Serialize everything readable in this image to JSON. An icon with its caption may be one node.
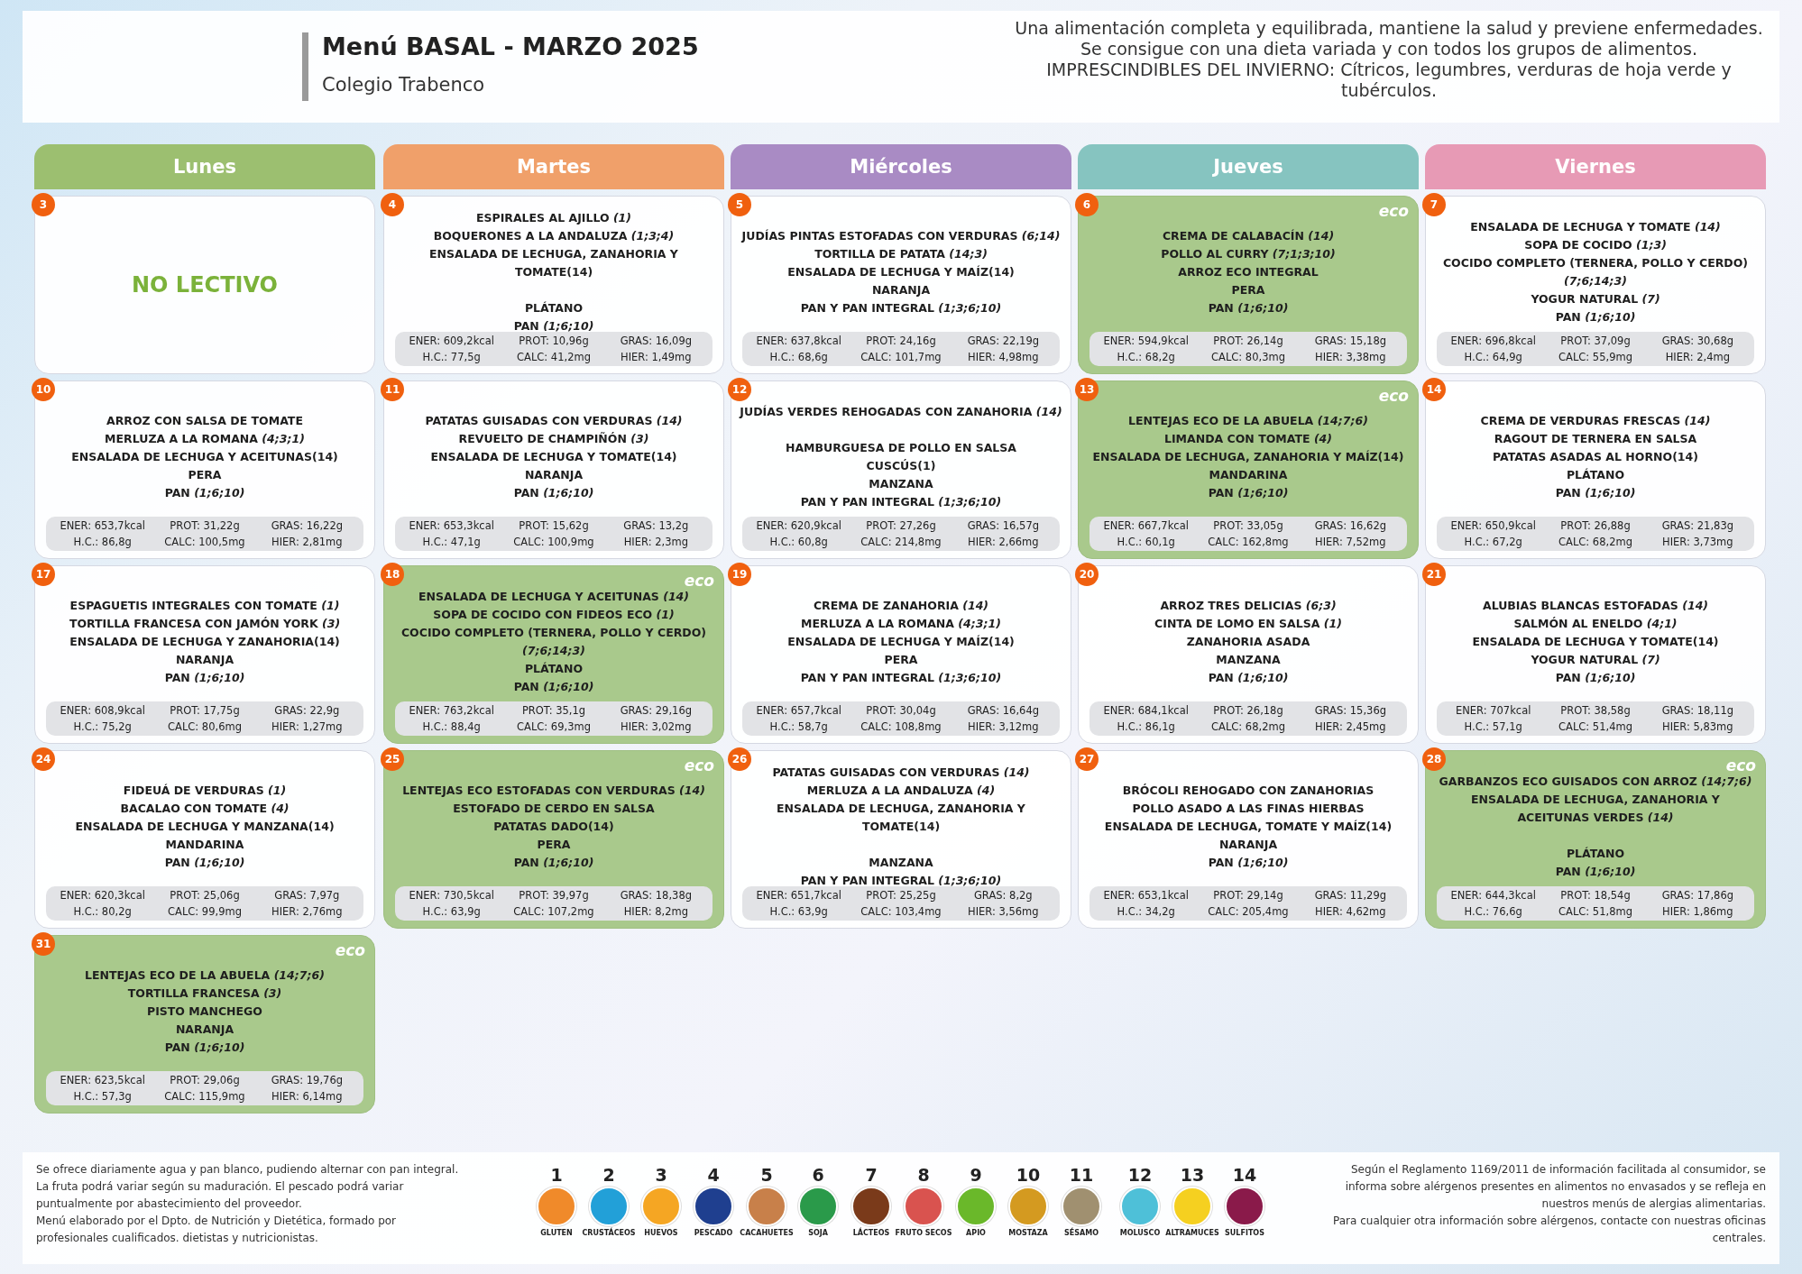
{
  "diagram": {
    "title": "Menú BASAL - MARZO 2025",
    "nodes": [
      {
        "text": [
          "Lunes"
        ]
      },
      {
        "text": [
          "Martes"
        ]
      },
      {
        "text": [
          "Miércoles"
        ]
      },
      {
        "text": [
          "Jueves"
        ]
      },
      {
        "text": [
          "Viernes"
        ]
      },
      {
        "text": [
          "3",
          "NO LECTIVO"
        ]
      },
      {
        "text": [
          "4",
          "ESPIRALES AL AJILLO *(1)*",
          "BOQUERONES A LA ANDALUZA *(1;3;4)*",
          "ENSALADA DE LECHUGA, ZANAHORIA Y TOMATE(14)",
          "PLÁTANO",
          "PAN *(1;6;10)*"
        ]
      },
      {
        "text": [
          "ENER: 609,2kcal",
          "PROT: 10,96g",
          "GRAS: 16,09g",
          "H.C.: 77,5g",
          "CALC: 41,2mg",
          "HIER: 1,49mg"
        ],
        "in": 6
      },
      {
        "text": [
          "5",
          "JUDÍAS PINTAS ESTOFADAS CON VERDURAS *(6;14)*",
          "TORTILLA DE PATATA *(14;3)*",
          "ENSALADA DE LECHUGA Y MAÍZ(14)",
          "NARANJA",
          "PAN Y PAN INTEGRAL *(1;3;6;10)*"
        ]
      },
      {
        "text": [
          "ENER: 637,8kcal",
          "PROT: 24,16g",
          "GRAS: 22,19g",
          "H.C.: 68,6g",
          "CALC: 101,7mg",
          "HIER: 4,98mg"
        ],
        "in": 8
      },
      {
        "text": [
          "6",
          "CREMA DE CALABACÍN *(14)*",
          "POLLO AL CURRY *(7;1;3;10)*",
          "ARROZ ECO INTEGRAL",
          "PERA",
          "PAN *(1;6;10)*"
        ]
      },
      {
        "text": [
          "eco"
        ],
        "in": 10
      },
      {
        "text": [
          "ENER: 594,9kcal",
          "PROT: 26,14g",
          "GRAS: 15,18g",
          "H.C.: 68,2g",
          "CALC: 80,3mg",
          "HIER: 3,38mg"
        ],
        "in": 10
      },
      {
        "text": [
          "7",
          "ENSALADA DE LECHUGA Y TOMATE *(14)*",
          "SOPA DE COCIDO *(1;3)*",
          "COCIDO COMPLETO (TERNERA, POLLO Y CERDO) *(7;6;14;3)*",
          "YOGUR NATURAL *(7)*",
          "PAN *(1;6;10)*"
        ]
      },
      {
        "text": [
          "ENER: 696,8kcal",
          "PROT: 37,09g",
          "GRAS: 30,68g",
          "H.C.: 64,9g",
          "CALC: 55,9mg",
          "HIER: 2,4mg"
        ],
        "in": 13
      },
      {
        "text": [
          "10",
          "ARROZ CON SALSA DE TOMATE",
          "MERLUZA A LA ROMANA *(4;3;1)*",
          "ENSALADA DE LECHUGA Y ACEITUNAS(14)",
          "PERA",
          "PAN *(1;6;10)*"
        ]
      },
      {
        "text": [
          "ENER: 653,7kcal",
          "PROT: 31,22g",
          "GRAS: 16,22g",
          "H.C.: 86,8g",
          "CALC: 100,5mg",
          "HIER: 2,81mg"
        ],
        "in": 15
      },
      {
        "text": [
          "11",
          "PATATAS GUISADAS CON VERDURAS *(14)*",
          "REVUELTO DE CHAMPIÑÓN *(3)*",
          "ENSALADA DE LECHUGA Y TOMATE(14)",
          "NARANJA",
          "PAN *(1;6;10)*"
        ]
      },
      {
        "text": [
          "ENER: 653,3kcal",
          "PROT: 15,62g",
          "GRAS: 13,2g",
          "H.C.: 47,1g",
          "CALC: 100,9mg",
          "HIER: 2,3mg"
        ],
        "in": 17
      },
      {
        "text": [
          "12",
          "JUDÍAS VERDES REHOGADAS CON ZANAHORIA *(14)*",
          "HAMBURGUESA DE POLLO EN SALSA",
          "CUSCÚS(1)",
          "MANZANA",
          "PAN Y PAN INTEGRAL *(1;3;6;10)*"
        ]
      },
      {
        "text": [
          "ENER: 620,9kcal",
          "PROT: 27,26g",
          "GRAS: 16,57g",
          "H.C.: 60,8g",
          "CALC: 214,8mg",
          "HIER: 2,66mg"
        ],
        "in": 19
      },
      {
        "text": [
          "13",
          "LENTEJAS ECO DE LA ABUELA *(14;7;6)*",
          "LIMANDA CON TOMATE *(4)*",
          "ENSALADA DE LECHUGA, ZANAHORIA Y MAÍZ(14)",
          "MANDARINA",
          "PAN *(1;6;10)*"
        ]
      },
      {
        "text": [
          "eco"
        ],
        "in": 21
      },
      {
        "text": [
          "ENER: 667,7kcal",
          "PROT: 33,05g",
          "GRAS: 16,62g",
          "H.C.: 60,1g",
          "CALC: 162,8mg",
          "HIER: 7,52mg"
        ],
        "in": 21
      },
      {
        "text": [
          "14",
          "CREMA DE VERDURAS FRESCAS *(14)*",
          "RAGOUT DE TERNERA EN SALSA",
          "PATATAS ASADAS AL HORNO(14)",
          "PLÁTANO",
          "PAN *(1;6;10)*"
        ]
      },
      {
        "text": [
          "ENER: 650,9kcal",
          "PROT: 26,88g",
          "GRAS: 21,83g",
          "H.C.: 67,2g",
          "CALC: 68,2mg",
          "HIER: 3,73mg"
        ],
        "in": 24
      },
      {
        "text": [
          "17",
          "ESPAGUETIS INTEGRALES CON TOMATE *(1)*",
          "TORTILLA FRANCESA CON JAMÓN YORK *(3)*",
          "ENSALADA DE LECHUGA Y ZANAHORIA(14)",
          "NARANJA",
          "PAN *(1;6;10)*"
        ]
      },
      {
        "text": [
          "ENER: 608,9kcal",
          "PROT: 17,75g",
          "GRAS: 22,9g",
          "H.C.: 75,2g",
          "CALC: 80,6mg",
          "HIER: 1,27mg"
        ],
        "in": 26
      },
      {
        "text": [
          "18",
          "ENSALADA DE LECHUGA Y ACEITUNAS *(14)*",
          "SOPA DE COCIDO CON FIDEOS ECO *(1)*",
          "COCIDO COMPLETO (TERNERA, POLLO Y CERDO) *(7;6;14;3)*",
          "PLÁTANO",
          "PAN *(1;6;10)*"
        ]
      },
      {
        "text": [
          "eco"
        ],
        "in": 28
      },
      {
        "text": [
          "ENER: 763,2kcal",
          "PROT: 35,1g",
          "GRAS: 29,16g",
          "H.C.: 88,4g",
          "CALC: 69,3mg",
          "HIER: 3,02mg"
        ],
        "in": 28
      },
      {
        "text": [
          "19",
          "CREMA DE ZANAHORIA *(14)*",
          "MERLUZA A LA ROMANA *(4;3;1)*",
          "ENSALADA DE LECHUGA Y MAÍZ(14)",
          "PERA",
          "PAN Y PAN INTEGRAL *(1;3;6;10)*"
        ]
      },
      {
        "text": [
          "ENER: 657,7kcal",
          "PROT: 30,04g",
          "GRAS: 16,64g",
          "H.C.: 58,7g",
          "CALC: 108,8mg",
          "HIER: 3,12mg"
        ],
        "in": 31
      },
      {
        "text": [
          "20",
          "ARROZ TRES DELICIAS *(6;3)*",
          "CINTA DE LOMO EN SALSA *(1)*",
          "ZANAHORIA ASADA",
          "MANZANA",
          "PAN *(1;6;10)*"
        ]
      },
      {
        "text": [
          "ENER: 684,1kcal",
          "PROT: 26,18g",
          "GRAS: 15,36g",
          "H.C.: 86,1g",
          "CALC: 68,2mg",
          "HIER: 2,45mg"
        ],
        "in": 33
      },
      {
        "text": [
          "21",
          "ALUBIAS BLANCAS ESTOFADAS *(14)*",
          "SALMÓN AL ENELDO *(4;1)*",
          "ENSALADA DE LECHUGA Y TOMATE(14)",
          "YOGUR NATURAL *(7)*",
          "PAN *(1;6;10)*"
        ]
      },
      {
        "text": [
          "ENER: 707kcal",
          "PROT: 38,58g",
          "GRAS: 18,11g",
          "H.C.: 57,1g",
          "CALC: 51,4mg",
          "HIER: 5,83mg"
        ],
        "in": 35
      },
      {
        "text": [
          "24",
          "FIDEUÁ DE VERDURAS *(1)*",
          "BACALAO CON TOMATE *(4)*",
          "ENSALADA DE LECHUGA Y MANZANA(14)",
          "MANDARINA",
          "PAN *(1;6;10)*"
        ]
      },
      {
        "text": [
          "ENER: 620,3kcal",
          "PROT: 25,06g",
          "GRAS: 7,97g",
          "H.C.: 80,2g",
          "CALC: 99,9mg",
          "HIER: 2,76mg"
        ],
        "in": 37
      },
      {
        "text": [
          "25",
          "LENTEJAS ECO ESTOFADAS CON VERDURAS *(14)*",
          "ESTOFADO DE CERDO EN SALSA",
          "PATATAS DADO(14)",
          "PERA",
          "PAN *(1;6;10)*"
        ]
      },
      {
        "text": [
          "eco"
        ],
        "in": 39
      },
      {
        "text": [
          "ENER: 730,5kcal",
          "PROT: 39,97g",
          "GRAS: 18,38g",
          "H.C.: 63,9g",
          "CALC: 107,2mg",
          "HIER: 8,2mg"
        ],
        "in": 39
      },
      {
        "text": [
          "26",
          "PATATAS GUISADAS CON VERDURAS *(14)*",
          "MERLUZA A LA ANDALUZA *(4)*",
          "ENSALADA DE LECHUGA, ZANAHORIA Y TOMATE(14)",
          "MANZANA",
          "PAN Y PAN INTEGRAL *(1;3;6;10)*"
        ]
      },
      {
        "text": [
          "ENER: 651,7kcal",
          "PROT: 25,25g",
          "GRAS: 8,2g",
          "H.C.: 63,9g",
          "CALC: 103,4mg",
          "HIER: 3,56mg"
        ],
        "in": 42
      },
      {
        "text": [
          "27",
          "BRÓCOLI REHOGADO CON ZANAHORIAS",
          "POLLO ASADO A LAS FINAS HIERBAS",
          "ENSALADA DE LECHUGA, TOMATE Y MAÍZ(14)",
          "NARANJA",
          "PAN *(1;6;10)*"
        ]
      },
      {
        "text": [
          "ENER: 653,1kcal",
          "PROT: 29,14g",
          "GRAS: 11,29g",
          "H.C.: 34,2g",
          "CALC: 205,4mg",
          "HIER: 4,62mg"
        ],
        "in": 44
      },
      {
        "text": [
          "28",
          "GARBANZOS ECO GUISADOS CON ARROZ *(14;7;6)*",
          "ENSALADA DE LECHUGA, ZANAHORIA Y ACEITUNAS VERDES *(14)*",
          "PLÁTANO",
          "PAN *(1;6;10)*"
        ]
      },
      {
        "text": [
          "eco"
        ],
        "in": 46
      },
      {
        "text": [
          "ENER: 644,3kcal",
          "PROT: 18,54g",
          "GRAS: 17,86g",
          "H.C.: 76,6g",
          "CALC: 51,8mg",
          "HIER: 1,86mg"
        ],
        "in": 46
      },
      {
        "text": [
          "31",
          "LENTEJAS ECO DE LA ABUELA *(14;7;6)*",
          "TORTILLA FRANCESA *(3)*",
          "PISTO MANCHEGO",
          "NARANJA",
          "PAN *(1;6;10)*"
        ]
      },
      {
        "text": [
          "eco"
        ],
        "in": 49
      },
      {
        "text": [
          "ENER: 623,5kcal",
          "PROT: 29,06g",
          "GRAS: 19,76g",
          "H.C.: 57,3g",
          "CALC: 115,9mg",
          "HIER: 6,14mg"
        ],
        "in": 49
      },
      {
        "text": [
          "1",
          "GLUTEN"
        ]
      },
      {
        "text": [
          "2",
          "CRUSTÁCEOS"
        ]
      },
      {
        "text": [
          "3",
          "HUEVOS"
        ]
      },
      {
        "text": [
          "4",
          "PESCADO"
        ]
      },
      {
        "text": [
          "5",
          "CACAHUETES"
        ]
      },
      {
        "text": [
          "6",
          "SOJA"
        ]
      },
      {
        "text": [
          "7",
          "LÁCTEOS"
        ]
      },
      {
        "text": [
          "8",
          "FRUTO SECOS"
        ]
      },
      {
        "text": [
          "9",
          "APIO"
        ]
      },
      {
        "text": [
          "10",
          "MOSTAZA"
        ]
      },
      {
        "text": [
          "11",
          "SÉSAMO"
        ]
      },
      {
        "text": [
          "12",
          "MOLUSCO"
        ]
      },
      {
        "text": [
          "13",
          "ALTRAMUCES"
        ]
      },
      {
        "text": [
          "14",
          "SULFITOS"
        ]
      }
    ],
    "labels": [
      "Colegio Trabenco",
      "Una alimentación completa y equilibrada, mantiene la salud y previene enfermedades. Se consigue con una dieta variada y con todos los grupos de alimentos. IMPRESCINDIBLES DEL INVIERNO: Cítricos, legumbres, verduras de hoja verde y tubérculos.",
      "Se ofrece diariamente agua y pan blanco, pudiendo alternar con pan integral.",
      "La fruta podrá variar según su maduración. El pescado podrá variar puntualmente por abastecimiento del proveedor.",
      "Menú elaborado por el Dpto. de Nutrición y Dietética, formado por profesionales cualificados. dietistas y nutricionistas.",
      "Según el Reglamento 1169/2011 de información facilitada al consumidor, se informa sobre alérgenos presentes en alimentos no envasados y se refleja en nuestros menús de alergias alimentarias.",
      "Para cualquier otra información sobre alérgenos, contacte con nuestras oficinas centrales."
    ]
  }
}
